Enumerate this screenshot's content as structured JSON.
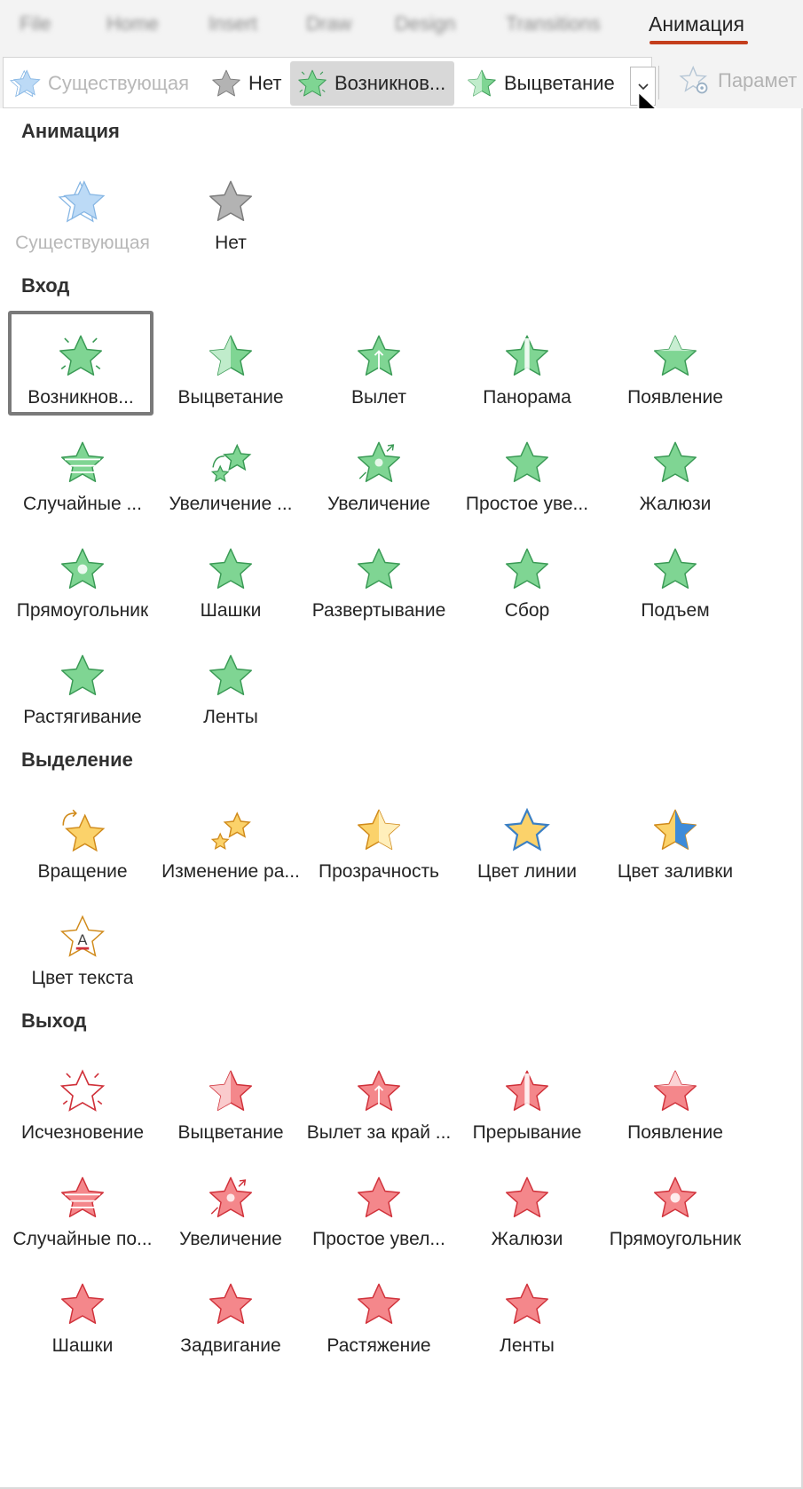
{
  "menu_tabs": [
    "File",
    "Home",
    "Insert",
    "Draw",
    "Design",
    "Transitions"
  ],
  "active_tab": "Анимация",
  "ribbon": {
    "items": [
      {
        "label": "Существующая",
        "icon": "existing-star-icon",
        "state": "disabled"
      },
      {
        "label": "Нет",
        "icon": "none-star-icon",
        "state": "normal"
      },
      {
        "label": "Возникнов...",
        "icon": "appear-star-icon",
        "state": "selected"
      },
      {
        "label": "Выцветание",
        "icon": "fade-star-icon",
        "state": "normal"
      }
    ],
    "more_button": "chevron-down-icon",
    "params_label": "Парамет"
  },
  "sections": [
    {
      "title": "Анимация",
      "color": "none",
      "items": [
        {
          "label": "Существующая",
          "icon": "existing-star-icon",
          "state": "disabled"
        },
        {
          "label": "Нет",
          "icon": "none-star-icon",
          "state": "normal"
        }
      ]
    },
    {
      "title": "Вход",
      "color": "#5ec47a",
      "items": [
        {
          "label": "Возникнов...",
          "icon": "appear-entrance-icon",
          "state": "current"
        },
        {
          "label": "Выцветание",
          "icon": "fade-entrance-icon"
        },
        {
          "label": "Вылет",
          "icon": "fly-in-entrance-icon"
        },
        {
          "label": "Панорама",
          "icon": "split-entrance-icon"
        },
        {
          "label": "Появление",
          "icon": "wipe-entrance-icon"
        },
        {
          "label": "Случайные ...",
          "icon": "random-bars-entrance-icon"
        },
        {
          "label": "Увеличение ...",
          "icon": "grow-turn-entrance-icon"
        },
        {
          "label": "Увеличение",
          "icon": "zoom-entrance-icon"
        },
        {
          "label": "Простое уве...",
          "icon": "basic-zoom-entrance-icon"
        },
        {
          "label": "Жалюзи",
          "icon": "blinds-entrance-icon"
        },
        {
          "label": "Прямоугольник",
          "icon": "box-entrance-icon"
        },
        {
          "label": "Шашки",
          "icon": "checkerboard-entrance-icon"
        },
        {
          "label": "Развертывание",
          "icon": "expand-entrance-icon"
        },
        {
          "label": "Сбор",
          "icon": "collapse-entrance-icon"
        },
        {
          "label": "Подъем",
          "icon": "rise-up-entrance-icon"
        },
        {
          "label": "Растягивание",
          "icon": "stretch-entrance-icon"
        },
        {
          "label": "Ленты",
          "icon": "strips-entrance-icon"
        }
      ]
    },
    {
      "title": "Выделение",
      "color": "#f5c451",
      "items": [
        {
          "label": "Вращение",
          "icon": "spin-emphasis-icon"
        },
        {
          "label": "Изменение ра...",
          "icon": "grow-shrink-emphasis-icon"
        },
        {
          "label": "Прозрачность",
          "icon": "transparency-emphasis-icon"
        },
        {
          "label": "Цвет линии",
          "icon": "line-color-emphasis-icon"
        },
        {
          "label": "Цвет заливки",
          "icon": "fill-color-emphasis-icon"
        },
        {
          "label": "Цвет текста",
          "icon": "font-color-emphasis-icon"
        }
      ]
    },
    {
      "title": "Выход",
      "color": "#ee6b6f",
      "items": [
        {
          "label": "Исчезновение",
          "icon": "disappear-exit-icon"
        },
        {
          "label": "Выцветание",
          "icon": "fade-exit-icon"
        },
        {
          "label": "Вылет за край ...",
          "icon": "fly-out-exit-icon"
        },
        {
          "label": "Прерывание",
          "icon": "split-exit-icon"
        },
        {
          "label": "Появление",
          "icon": "wipe-exit-icon"
        },
        {
          "label": "Случайные по...",
          "icon": "random-bars-exit-icon"
        },
        {
          "label": "Увеличение",
          "icon": "zoom-exit-icon"
        },
        {
          "label": "Простое увел...",
          "icon": "basic-zoom-exit-icon"
        },
        {
          "label": "Жалюзи",
          "icon": "blinds-exit-icon"
        },
        {
          "label": "Прямоугольник",
          "icon": "box-exit-icon"
        },
        {
          "label": "Шашки",
          "icon": "checkerboard-exit-icon"
        },
        {
          "label": "Задвигание",
          "icon": "collapse-exit-icon"
        },
        {
          "label": "Растяжение",
          "icon": "stretch-exit-icon"
        },
        {
          "label": "Ленты",
          "icon": "strips-exit-icon"
        }
      ]
    }
  ],
  "colors": {
    "accent_underline": "#c43e1c",
    "selection_bg": "#d8d8d8",
    "current_border": "#7a7a7a"
  }
}
